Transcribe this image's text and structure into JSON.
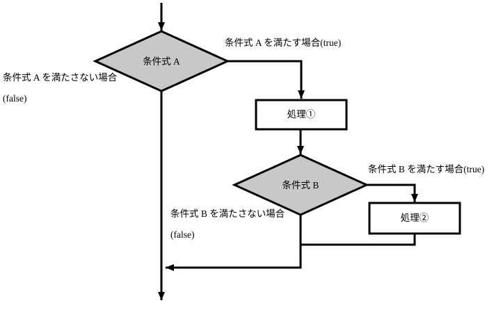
{
  "diagram": {
    "type": "flowchart",
    "nodes": {
      "decision_a": {
        "label": "条件式 A",
        "shape": "diamond"
      },
      "process_1": {
        "label": "処理①",
        "shape": "rectangle"
      },
      "decision_b": {
        "label": "条件式 B",
        "shape": "diamond"
      },
      "process_2": {
        "label": "処理②",
        "shape": "rectangle"
      }
    },
    "edge_labels": {
      "a_true": "条件式 A を満たす場合(true)",
      "a_false_line1": "条件式 A を満たさない場合",
      "a_false_line2": "(false)",
      "b_true": "条件式 B を満たす場合(true)",
      "b_false_line1": "条件式 B を満たさない場合",
      "b_false_line2": "(false)"
    },
    "colors": {
      "decision_fill": "#c8c8c8",
      "process_fill": "#ffffff",
      "line": "#000000",
      "background": "#ffffff"
    }
  }
}
